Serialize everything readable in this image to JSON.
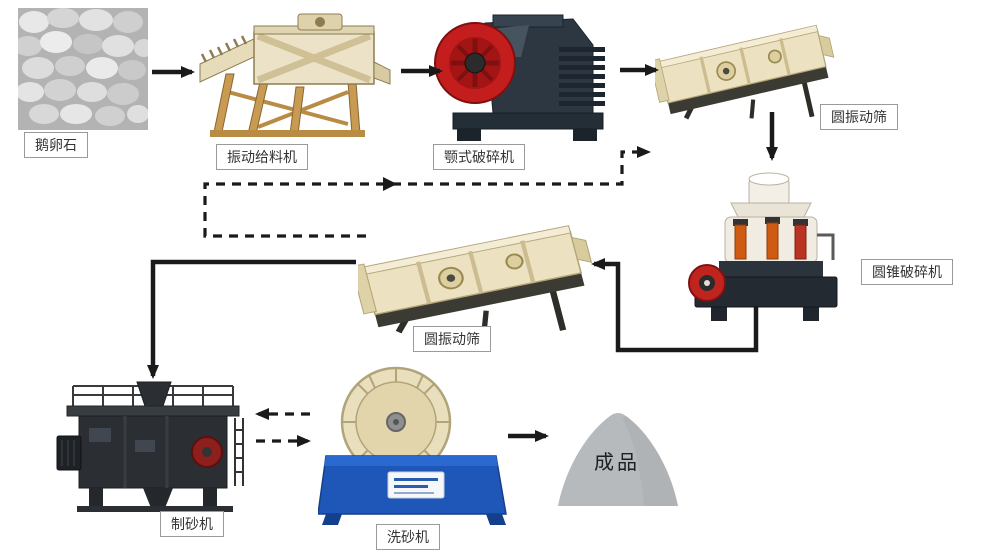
{
  "diagram": {
    "nodes": [
      {
        "id": "pebbles",
        "label": "鹅卵石"
      },
      {
        "id": "vibrating-feeder",
        "label": "振动给料机"
      },
      {
        "id": "jaw-crusher",
        "label": "颚式破碎机"
      },
      {
        "id": "circular-vibrating-screen-1",
        "label": "圆振动筛"
      },
      {
        "id": "cone-crusher",
        "label": "圆锥破碎机"
      },
      {
        "id": "circular-vibrating-screen-2",
        "label": "圆振动筛"
      },
      {
        "id": "sand-making-machine",
        "label": "制砂机"
      },
      {
        "id": "sand-washing-machine",
        "label": "洗砂机"
      },
      {
        "id": "finished-product",
        "label": "成品"
      }
    ],
    "flow": [
      "鹅卵石 → 振动给料机",
      "振动给料机 → 颚式破碎机",
      "颚式破碎机 → 圆振动筛",
      "圆振动筛 → 圆锥破碎机",
      "圆锥破碎机 → 圆振动筛",
      "圆振动筛 → 制砂机",
      "制砂机 ⇄ 洗砂机 (dashed)",
      "洗砂机 → 成品",
      "圆振动筛 → 返回循环 (dashed)"
    ],
    "colors": {
      "arrow": "#1a1a1a",
      "label_border": "#9a9a9a",
      "label_text": "#333333",
      "feeder_body": "#ece2c8",
      "feeder_legs": "#c99a52",
      "jaw_crusher_body": "#2c3742",
      "flywheel_red": "#c41d1d",
      "screen_body": "#ece1c0",
      "cone_crusher_shell": "#f1ece2",
      "washer_blue": "#1e57b8",
      "product_gray": "#b6babd"
    }
  }
}
